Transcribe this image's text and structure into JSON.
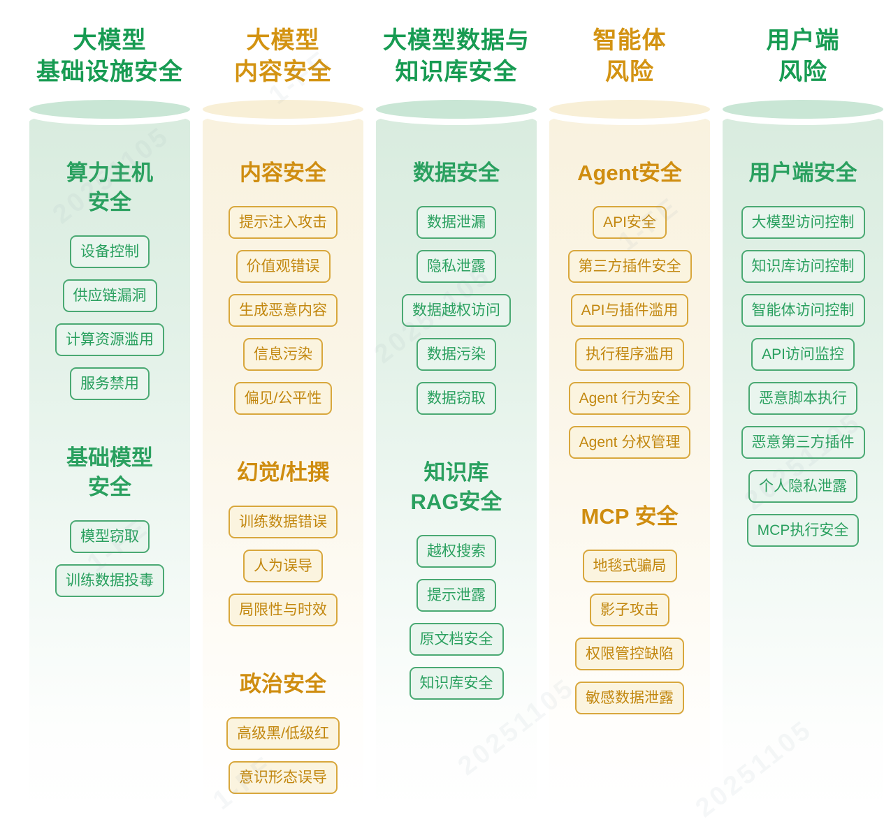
{
  "page": {
    "background": "#ffffff",
    "watermark_texts": [
      "20251105",
      "1-FE"
    ]
  },
  "colors": {
    "green_header": "#179b52",
    "green_section_title": "#2aa05f",
    "green_cap": "#c9e6d5",
    "green_body_top": "#d9ecdf",
    "green_tag_border": "#4aa973",
    "green_tag_fill": "#e9f5ee",
    "green_tag_text": "#2aa05f",
    "amber_header": "#d39312",
    "amber_section_title": "#cf8d10",
    "amber_cap": "#f8efd6",
    "amber_body_top": "#f9f2df",
    "amber_tag_border": "#d8a73c",
    "amber_tag_fill": "#fbf4df",
    "amber_tag_text": "#c2870f"
  },
  "columns": [
    {
      "id": "llm-infrastructure-security",
      "theme": "green",
      "header_lines": [
        "大模型",
        "基础设施安全"
      ],
      "sections": [
        {
          "title_lines": [
            "算力主机",
            "安全"
          ],
          "items": [
            "设备控制",
            "供应链漏洞",
            "计算资源滥用",
            "服务禁用"
          ]
        },
        {
          "title_lines": [
            "基础模型",
            "安全"
          ],
          "items": [
            "模型窃取",
            "训练数据投毒"
          ]
        }
      ]
    },
    {
      "id": "llm-content-security",
      "theme": "amber",
      "header_lines": [
        "大模型",
        "内容安全"
      ],
      "sections": [
        {
          "title_lines": [
            "内容安全"
          ],
          "items": [
            "提示注入攻击",
            "价值观错误",
            "生成恶意内容",
            "信息污染",
            "偏见/公平性"
          ]
        },
        {
          "title_lines": [
            "幻觉/杜撰"
          ],
          "items": [
            "训练数据错误",
            "人为误导",
            "局限性与时效"
          ]
        },
        {
          "title_lines": [
            "政治安全"
          ],
          "items": [
            "高级黑/低级红",
            "意识形态误导"
          ]
        }
      ]
    },
    {
      "id": "llm-data-knowledge-base-security",
      "theme": "green",
      "header_lines": [
        "大模型数据与",
        "知识库安全"
      ],
      "sections": [
        {
          "title_lines": [
            "数据安全"
          ],
          "items": [
            "数据泄漏",
            "隐私泄露",
            "数据越权访问",
            "数据污染",
            "数据窃取"
          ]
        },
        {
          "title_lines": [
            "知识库",
            "RAG安全"
          ],
          "items": [
            "越权搜索",
            "提示泄露",
            "原文档安全",
            "知识库安全"
          ]
        }
      ]
    },
    {
      "id": "agent-risk",
      "theme": "amber",
      "header_lines": [
        "智能体",
        "风险"
      ],
      "sections": [
        {
          "title_lines": [
            "Agent安全"
          ],
          "items": [
            "API安全",
            "第三方插件安全",
            "API与插件滥用",
            "执行程序滥用",
            "Agent 行为安全",
            "Agent 分权管理"
          ]
        },
        {
          "title_lines": [
            "MCP 安全"
          ],
          "items": [
            "地毯式骗局",
            "影子攻击",
            "权限管控缺陷",
            "敏感数据泄露"
          ]
        }
      ]
    },
    {
      "id": "client-side-risk",
      "theme": "green",
      "header_lines": [
        "用户端",
        "风险"
      ],
      "sections": [
        {
          "title_lines": [
            "用户端安全"
          ],
          "items": [
            "大模型访问控制",
            "知识库访问控制",
            "智能体访问控制",
            "API访问监控",
            "恶意脚本执行",
            "恶意第三方插件",
            "个人隐私泄露",
            "MCP执行安全"
          ]
        }
      ]
    }
  ]
}
